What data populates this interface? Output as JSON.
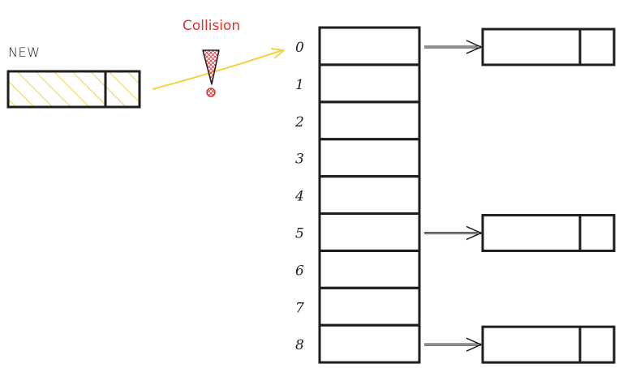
{
  "new_entry": {
    "label": "NEW",
    "fill_color": "#f2d24b",
    "stroke_color": "#1e1e1e"
  },
  "collision": {
    "label": "Collision",
    "color": "#e03131",
    "marker_fill": "#f08c8c",
    "arrow_color": "#f2d24b"
  },
  "buckets": [
    {
      "index": "0",
      "has_entry": true
    },
    {
      "index": "1",
      "has_entry": false
    },
    {
      "index": "2",
      "has_entry": false
    },
    {
      "index": "3",
      "has_entry": false
    },
    {
      "index": "4",
      "has_entry": false
    },
    {
      "index": "5",
      "has_entry": true
    },
    {
      "index": "6",
      "has_entry": false
    },
    {
      "index": "7",
      "has_entry": false
    },
    {
      "index": "8",
      "has_entry": true
    }
  ],
  "colors": {
    "stroke": "#1e1e1e",
    "background": "#ffffff"
  }
}
